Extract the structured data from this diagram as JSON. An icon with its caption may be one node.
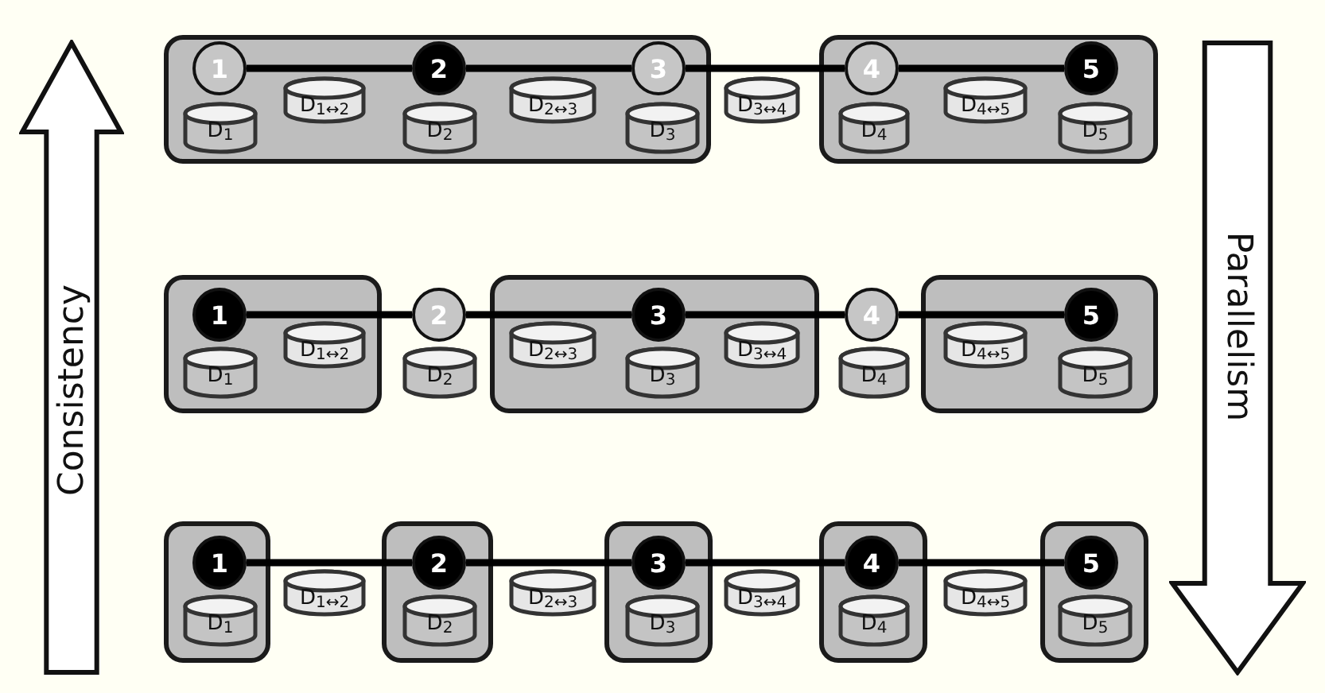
{
  "diagram": {
    "nodes": [
      {
        "text": [
          "Consistency"
        ]
      },
      {
        "text": [
          "Parallelism"
        ]
      },
      {
        "text": [],
        "shape": "box"
      },
      {
        "text": [
          "1"
        ],
        "in": 2
      },
      {
        "text": [
          "2"
        ],
        "in": 2
      },
      {
        "text": [
          "3"
        ],
        "in": 2
      },
      {
        "text": [
          "D$_{1}$"
        ],
        "in": 2
      },
      {
        "text": [
          "D$_{1↔2}$"
        ],
        "in": 2
      },
      {
        "text": [
          "D$_{2}$"
        ],
        "in": 2
      },
      {
        "text": [
          "D$_{2↔3}$"
        ],
        "in": 2
      },
      {
        "text": [
          "D$_{3}$"
        ],
        "in": 2
      },
      {
        "text": [
          "D$_{3↔4}$"
        ]
      },
      {
        "text": [],
        "shape": "box"
      },
      {
        "text": [
          "4"
        ],
        "in": 12
      },
      {
        "text": [
          "5"
        ],
        "in": 12
      },
      {
        "text": [
          "D$_{4}$"
        ],
        "in": 12
      },
      {
        "text": [
          "D$_{4↔5}$"
        ],
        "in": 12
      },
      {
        "text": [
          "D$_{5}$"
        ],
        "in": 12
      },
      {
        "text": [],
        "shape": "box"
      },
      {
        "text": [
          "1"
        ],
        "in": 18
      },
      {
        "text": [
          "D$_{1}$"
        ],
        "in": 18
      },
      {
        "text": [
          "D$_{1↔2}$"
        ],
        "in": 18
      },
      {
        "text": [
          "2"
        ]
      },
      {
        "text": [
          "D$_{2}$"
        ]
      },
      {
        "text": [],
        "shape": "box"
      },
      {
        "text": [
          "D$_{2↔3}$"
        ],
        "in": 24
      },
      {
        "text": [
          "3"
        ],
        "in": 24
      },
      {
        "text": [
          "D$_{3}$"
        ],
        "in": 24
      },
      {
        "text": [
          "D$_{3↔4}$"
        ],
        "in": 24
      },
      {
        "text": [
          "4"
        ]
      },
      {
        "text": [
          "D$_{4}$"
        ]
      },
      {
        "text": [],
        "shape": "box"
      },
      {
        "text": [
          "D$_{4↔5}$"
        ],
        "in": 31
      },
      {
        "text": [
          "5"
        ],
        "in": 31
      },
      {
        "text": [
          "D$_{5}$"
        ],
        "in": 31
      },
      {
        "text": [],
        "shape": "box"
      },
      {
        "text": [
          "1"
        ],
        "in": 35
      },
      {
        "text": [
          "D$_{1}$"
        ],
        "in": 35
      },
      {
        "text": [
          "D$_{1↔2}$"
        ]
      },
      {
        "text": [],
        "shape": "box"
      },
      {
        "text": [
          "2"
        ],
        "in": 39
      },
      {
        "text": [
          "D$_{2}$"
        ],
        "in": 39
      },
      {
        "text": [
          "D$_{2↔3}$"
        ]
      },
      {
        "text": [],
        "shape": "box"
      },
      {
        "text": [
          "3"
        ],
        "in": 43
      },
      {
        "text": [
          "D$_{3}$"
        ],
        "in": 43
      },
      {
        "text": [
          "D$_{3↔4}$"
        ]
      },
      {
        "text": [],
        "shape": "box"
      },
      {
        "text": [
          "4"
        ],
        "in": 47
      },
      {
        "text": [
          "D$_{4}$"
        ],
        "in": 47
      },
      {
        "text": [
          "D$_{4↔5}$"
        ]
      },
      {
        "text": [],
        "shape": "box"
      },
      {
        "text": [
          "5"
        ],
        "in": 51
      },
      {
        "text": [
          "D$_{5}$"
        ],
        "in": 51
      }
    ],
    "edges": [
      {
        "from": 3,
        "to": 4,
        "arrow": "none"
      },
      {
        "from": 4,
        "to": 5,
        "arrow": "none"
      },
      {
        "from": 5,
        "to": 13,
        "arrow": "none"
      },
      {
        "from": 13,
        "to": 14,
        "arrow": "none"
      },
      {
        "from": 19,
        "to": 22,
        "arrow": "none"
      },
      {
        "from": 22,
        "to": 26,
        "arrow": "none"
      },
      {
        "from": 26,
        "to": 29,
        "arrow": "none"
      },
      {
        "from": 29,
        "to": 33,
        "arrow": "none"
      },
      {
        "from": 36,
        "to": 40,
        "arrow": "none"
      },
      {
        "from": 40,
        "to": 44,
        "arrow": "none"
      },
      {
        "from": 44,
        "to": 48,
        "arrow": "none"
      },
      {
        "from": 48,
        "to": 52,
        "arrow": "none"
      }
    ]
  }
}
